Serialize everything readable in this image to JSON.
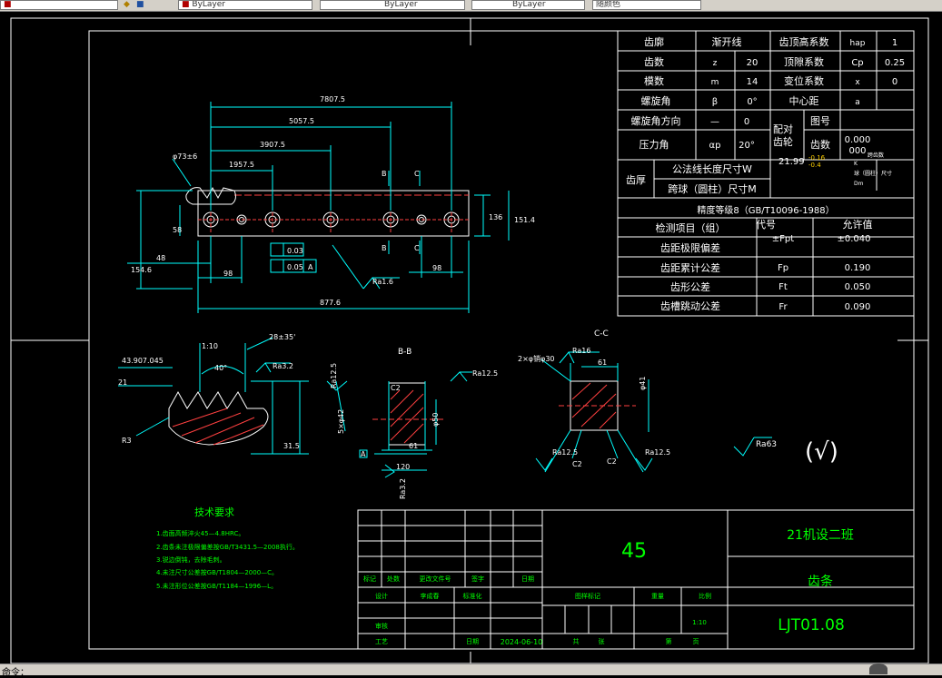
{
  "toolbar": {
    "layer": "ByLayer",
    "linetype": "ByLayer",
    "lineweight": "ByLayer",
    "plotstyle": "随颜色"
  },
  "gear_table": {
    "rows": [
      [
        "齿廓",
        "渐开线",
        "",
        "齿顶高系数",
        "hap",
        "1"
      ],
      [
        "齿数",
        "z",
        "20",
        "顶隙系数",
        "Cp",
        "0.25"
      ],
      [
        "模数",
        "m",
        "14",
        "变位系数",
        "x",
        "0"
      ],
      [
        "螺旋角",
        "β",
        "0°",
        "中心距",
        "a",
        ""
      ],
      [
        "螺旋角方向",
        "—",
        "0",
        "图号",
        "",
        ""
      ],
      [
        "压力角",
        "αp",
        "20°",
        "齿数",
        "",
        ""
      ]
    ],
    "mating_gear": "配对齿轮",
    "mating_teeth_value": "0.000",
    "mating_teeth_value2": "000",
    "tooth_thickness": "齿厚",
    "common_normal": "公法线长度尺寸W",
    "ball_span": "跨球（圆柱）尺寸M",
    "w_value": "21.99",
    "w_tol_upper": "-0.16",
    "w_tol_lower": "-0.4",
    "span_note": "跨齿数",
    "k_label": "K",
    "ball_note": "球（圆柱）尺寸",
    "dm_label": "Dm",
    "accuracy": "精度等级8（GB/T10096-1988）",
    "inspect_header": [
      "检测项目（组）",
      "代号",
      "允许值"
    ],
    "inspect_rows": [
      [
        "齿距极限偏差",
        "±Fpt",
        "±0.040"
      ],
      [
        "齿距累计公差",
        "Fp",
        "0.190"
      ],
      [
        "齿形公差",
        "Ft",
        "0.050"
      ],
      [
        "齿槽跳动公差",
        "Fr",
        "0.090"
      ]
    ]
  },
  "dimensions": {
    "d7807": "7807.5",
    "d5057": "5057.5",
    "d3907": "3907.5",
    "d1957": "1957.5",
    "phi73": "φ73±6",
    "d58": "58",
    "d48": "48",
    "d98a": "98",
    "d98b": "98",
    "d136": "136",
    "d151": "151.4",
    "d154": "154.6",
    "d877": "877.6",
    "tol1": "0.03",
    "tol2": "0.05",
    "datum_a": "A",
    "ra16": "Ra1.6",
    "sec_b": "B",
    "sec_c": "C"
  },
  "detail": {
    "d4390": "43.907.045",
    "d21": "21",
    "d110": "1:10",
    "d40": "40°",
    "d35": "28±35'",
    "r3": "R3",
    "d315": "31.5",
    "ra32": "Ra3.2"
  },
  "section_bb": {
    "title": "B-B",
    "ra125a": "Ra12.5",
    "ra125b": "Ra12.5",
    "c2": "C2",
    "phi50": "φ50",
    "d61": "61",
    "d120": "120",
    "ra32": "Ra3.2",
    "holes": "5×φ42",
    "datum": "A"
  },
  "section_cc": {
    "title": "C-C",
    "note": "2×φ销φ30",
    "ra16": "Ra16",
    "d61": "61",
    "phi41": "φ41",
    "ra125a": "Ra12.5",
    "ra125b": "Ra12.5",
    "c2a": "C2",
    "c2b": "C2"
  },
  "roughness": {
    "ra63": "Ra63",
    "other": "(√)"
  },
  "tech_req": {
    "title": "技术要求",
    "items": [
      "1.齿面高频淬火45—4.8HRC。",
      "2.齿条未注极限偏差按GB/T3431.5—2008执行。",
      "3.锐边倒钝，去除毛刺。",
      "4.未注尺寸公差按GB/T1804—2000—C。",
      "5.未注形位公差按GB/T1184—1996—L。"
    ]
  },
  "title_block": {
    "material": "45",
    "school": "21机设二班",
    "part_name": "齿条",
    "drawing_no": "LJT01.08",
    "row_labels": [
      "标记",
      "处数",
      "更改文件号",
      "签字",
      "日期"
    ],
    "design": "设计",
    "designer": "李成春",
    "standard": "标准化",
    "stage_mark": "图样标记",
    "weight": "重量",
    "scale": "比例",
    "scale_value": "1:10",
    "review": "审核",
    "process": "工艺",
    "date_label": "日期",
    "date": "2024-06-10",
    "total": "共",
    "sheet": "张",
    "page": "第",
    "page2": "页"
  },
  "command_line": "命令："
}
